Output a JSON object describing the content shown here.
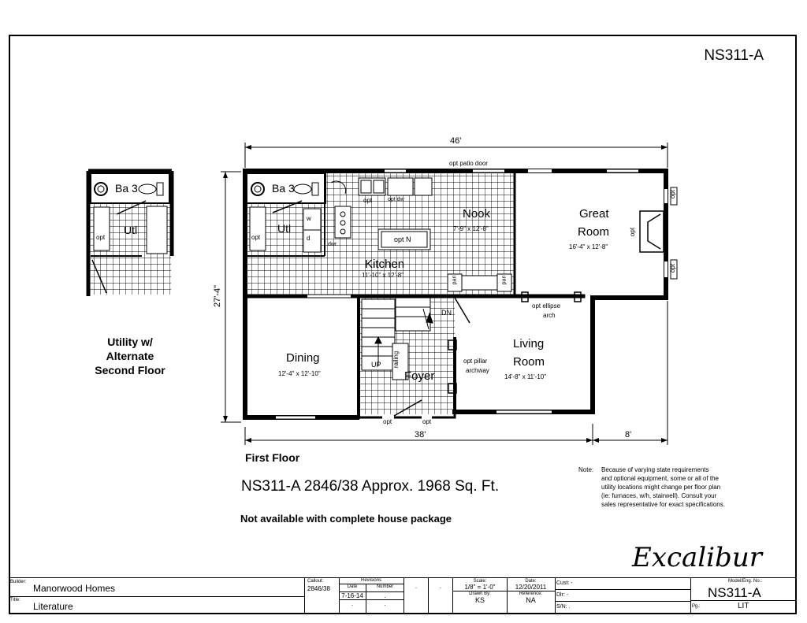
{
  "header": {
    "model_code": "NS311-A"
  },
  "plan": {
    "overall_width": "46'",
    "lower_width": "38'",
    "offset_width": "8'",
    "depth": "27'-4\"",
    "patio_door": "opt patio door"
  },
  "alt_floor": {
    "line1": "Utility w/",
    "line2": "Alternate",
    "line3": "Second Floor",
    "bath": "Ba 3",
    "utl": "Utl",
    "opt": "opt"
  },
  "rooms": {
    "bath": "Ba 3",
    "utl": "Utl",
    "nook": {
      "name": "Nook",
      "size": "7'-9\" x 12'-8\""
    },
    "great_room": {
      "name1": "Great",
      "name2": "Room",
      "size": "16'-4\" x 12'-8\""
    },
    "kitchen": {
      "name": "Kitchen",
      "size": "11'-10\" x 12'-8\""
    },
    "dining": {
      "name": "Dining",
      "size": "12'-4\" x 12'-10\""
    },
    "living": {
      "name1": "Living",
      "name2": "Room",
      "size": "14'-8\" x 11'-10\""
    },
    "foyer": "Foyer"
  },
  "labels": {
    "opt": "opt",
    "opt_dw": "opt dw",
    "dwr": "dwr",
    "opt_n": "opt N",
    "pan": "pan",
    "w": "w",
    "d": "d",
    "dn": "DN",
    "up": "UP",
    "railing": "railing",
    "ellipse1": "opt ellipse",
    "ellipse2": "arch",
    "pillar1": "opt pillar",
    "pillar2": "archway"
  },
  "floor_label": "First Floor",
  "summary": "NS311-A 2846/38  Approx. 1968 Sq. Ft.",
  "availability": "Not available with complete house package",
  "note": {
    "prefix": "Note:",
    "lines": [
      "Because of varying state requirements",
      "and optional equipment, some or all of the",
      "utility locations might change per floor plan",
      "(ie: furnaces, w/h, stairwell).  Consult your",
      "sales representative for exact specifications."
    ]
  },
  "brand": "Excalibur",
  "title_block": {
    "builder_label": "Builder:",
    "builder": "Manorwood Homes",
    "title_label": "Title:",
    "title": "Literature",
    "callout_label": "Callout:",
    "callout": "2846/38",
    "revisions_label": "Revisions",
    "date_label": "Date",
    "number_label": "Number",
    "rev_date": "7-16-14",
    "dot": ".",
    "scale_label": "Scale:",
    "scale": "1/8\" = 1'-0\"",
    "drawn_label": "Drawn By:",
    "drawn": "KS",
    "date2_label": "Date:",
    "date2": "12/20/2011",
    "reference_label": "Reference:",
    "reference": "NA",
    "cust_label": "Cust:",
    "cust": "-",
    "dlr_label": "Dlr:",
    "dlr": "-",
    "sn_label": "S/N:",
    "sn": ".",
    "model_label": "Model/Eng. No.:",
    "model": "NS311-A",
    "pg_label": "Pg.:",
    "pg": "LIT"
  },
  "colors": {
    "ink": "#000000",
    "grid": "#000000"
  }
}
